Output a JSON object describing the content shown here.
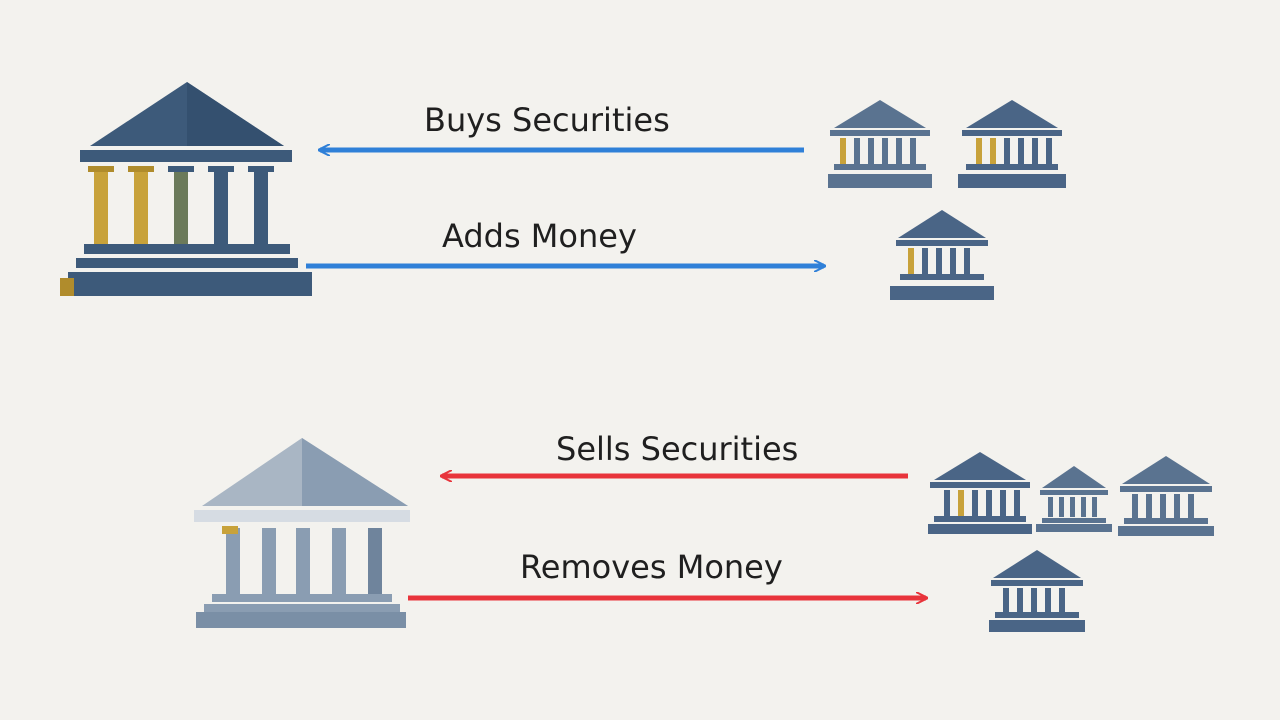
{
  "top_section": {
    "arrow_buy_label": "Buys Securities",
    "arrow_add_label": "Adds Money",
    "arrow_color": "#2f80d8"
  },
  "bottom_section": {
    "arrow_sell_label": "Sells Securities",
    "arrow_remove_label": "Removes Money",
    "arrow_color": "#e8343b"
  },
  "colors": {
    "background": "#f3f2ee",
    "central_bank_dark": "#3d5a7a",
    "central_bank_light": "#8a9db2",
    "commercial_bank": "#4a6586",
    "gold_accent": "#c8a23a"
  },
  "icons": {
    "central_bank_top": "bank-building-icon",
    "central_bank_bottom": "bank-building-icon",
    "commercial_banks": "bank-building-icon"
  }
}
